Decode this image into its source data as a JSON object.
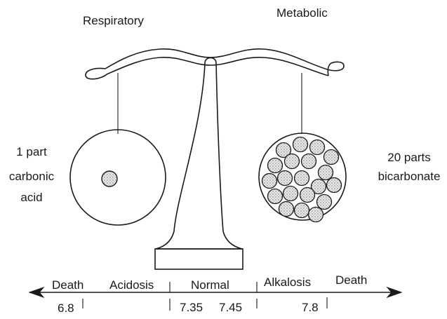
{
  "labels": {
    "left_title": "Respiratory",
    "right_title": "Metabolic",
    "left_side": [
      "1 part",
      "carbonic",
      "acid"
    ],
    "right_side": [
      "20 parts",
      "bicarbonate"
    ]
  },
  "scale": {
    "zones": [
      "Death",
      "Acidosis",
      "Normal",
      "Alkalosis",
      "Death"
    ],
    "ticks": [
      "6.8",
      "7.35",
      "7.45",
      "7.8"
    ]
  },
  "colors": {
    "ink": "#1a1a1a",
    "dot_fill": "#c9c9c9"
  }
}
